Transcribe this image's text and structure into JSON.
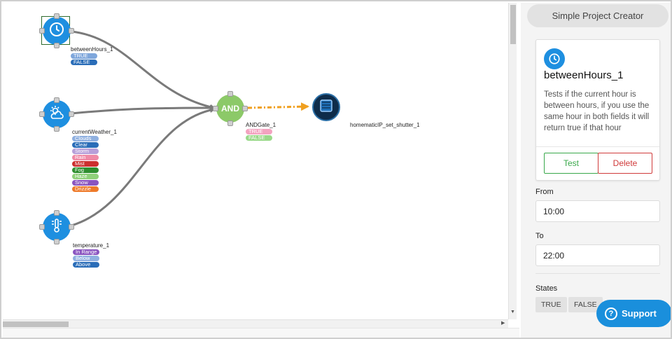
{
  "canvas": {
    "nodes": {
      "between_hours": {
        "name": "betweenHours_1",
        "icon": "clock-icon",
        "states": [
          {
            "label": "TRUE",
            "color": "#7fa7dc"
          },
          {
            "label": "FALSE",
            "color": "#2a6db8"
          }
        ]
      },
      "current_weather": {
        "name": "currentWeather_1",
        "icon": "weather-icon",
        "states": [
          {
            "label": "Clouds",
            "color": "#8fb0e0"
          },
          {
            "label": "Clear",
            "color": "#2a6db8"
          },
          {
            "label": "Storm",
            "color": "#b79fd9"
          },
          {
            "label": "Rain",
            "color": "#ef8aa6"
          },
          {
            "label": "Mist",
            "color": "#cc2f2f"
          },
          {
            "label": "Fog",
            "color": "#2f8f2f"
          },
          {
            "label": "Haze",
            "color": "#8fd07a"
          },
          {
            "label": "Snow",
            "color": "#8a55c0"
          },
          {
            "label": "Drizzle",
            "color": "#ee7a2a"
          }
        ]
      },
      "temperature": {
        "name": "temperature_1",
        "icon": "thermometer-icon",
        "states": [
          {
            "label": "In Range",
            "color": "#8a55c0"
          },
          {
            "label": "Below",
            "color": "#8fb0e0"
          },
          {
            "label": "Above",
            "color": "#2a6db8"
          }
        ]
      },
      "and_gate": {
        "name": "ANDGate_1",
        "label": "AND",
        "states": [
          {
            "label": "TRUE",
            "color": "#f3a3c0"
          },
          {
            "label": "FALSE",
            "color": "#9ad98a"
          }
        ]
      },
      "shutter": {
        "name": "homematicIP_set_shutter_1",
        "icon": "shutter-icon"
      }
    }
  },
  "panel": {
    "title": "Simple Project Creator",
    "card": {
      "icon": "clock-icon",
      "title": "betweenHours_1",
      "description": "Tests if the current hour is between hours, if you use the same hour in both fields it will return true if that hour",
      "test_label": "Test",
      "delete_label": "Delete"
    },
    "from": {
      "label": "From",
      "value": "10:00"
    },
    "to": {
      "label": "To",
      "value": "22:00"
    },
    "states": {
      "label": "States",
      "items": [
        "TRUE",
        "FALSE"
      ]
    }
  },
  "support": {
    "label": "Support",
    "icon": "question-icon"
  },
  "colors": {
    "accent": "#1e8fe0",
    "and_gate": "#8cc968",
    "edge": "#7a7a7a",
    "edge_active": "#f0a020",
    "test": "#39a84a",
    "delete": "#d03a3a"
  }
}
